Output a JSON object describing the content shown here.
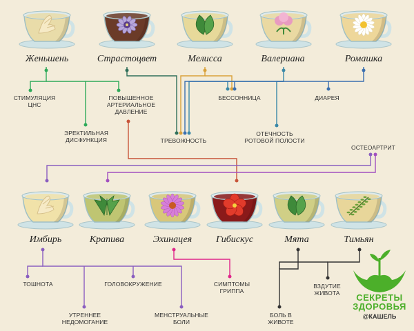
{
  "colors": {
    "background": "#f3ecda",
    "cup_shadow": "#2f4f5a",
    "brand_green": "#4caf2a"
  },
  "teas_top": [
    {
      "name": "Женьшень",
      "liquid": "#e9dca9",
      "icon": "ginseng-root-icon"
    },
    {
      "name": "Страстоцвет",
      "liquid": "#6b3b28",
      "icon": "passionflower-icon"
    },
    {
      "name": "Мелисса",
      "liquid": "#e7d99a",
      "icon": "melissa-leaves-icon"
    },
    {
      "name": "Валериана",
      "liquid": "#ead9a2",
      "icon": "valerian-flower-icon"
    },
    {
      "name": "Ромашка",
      "liquid": "#eed79a",
      "icon": "chamomile-icon"
    }
  ],
  "teas_bottom": [
    {
      "name": "Имбирь",
      "liquid": "#f1e2a9",
      "icon": "ginger-root-icon"
    },
    {
      "name": "Крапива",
      "liquid": "#bfc572",
      "icon": "nettle-leaves-icon"
    },
    {
      "name": "Эхинацея",
      "liquid": "#d8c77a",
      "icon": "echinacea-flower-icon"
    },
    {
      "name": "Гибискус",
      "liquid": "#8a1a1a",
      "icon": "hibiscus-flower-icon"
    },
    {
      "name": "Мята",
      "liquid": "#d0cf86",
      "icon": "mint-leaves-icon"
    },
    {
      "name": "Тимьян",
      "liquid": "#e8d69a",
      "icon": "thyme-sprig-icon"
    }
  ],
  "labels": {
    "cns": "СТИМУЛЯЦИЯ\nЦНС",
    "pressure": "ПОВЫШЕННОЕ\nАРТЕРИАЛЬНОЕ\nДАВЛЕНИЕ",
    "insomnia": "БЕССОННИЦА",
    "diarrhea": "ДИАРЕЯ",
    "erectile": "ЭРЕКТИЛЬНАЯ\nДИСФУНКЦИЯ",
    "anxiety": "ТРЕВОЖНОСТЬ",
    "halitosis": "ОТЕЧНОСТЬ\nРОТОВОЙ ПОЛОСТИ",
    "arthritis": "ОСТЕОАРТРИТ",
    "nausea": "ТОШНОТА",
    "dizziness": "ГОЛОВОКРУЖЕНИЕ",
    "flu": "СИМПТОМЫ\nГРИППА",
    "bloating": "ВЗДУТИЕ\nЖИВОТА",
    "morning_sickness": "УТРЕННЕЕ\nНЕДОМОГАНИЕ",
    "menstrual": "МЕНСТРУАЛЬНЫЕ\nБОЛИ",
    "stomach_pain": "БОЛЬ В\nЖИВОТЕ"
  },
  "brand": {
    "line1": "СЕКРЕТЫ",
    "line2": "ЗДОРОВЬЯ",
    "handle": "@КАШЕЛЬ"
  },
  "line_colors": {
    "ginseng": "#2faa5a",
    "passion": "#2f6f5a",
    "melissa": "#d9a13a",
    "valerian": "#3a88a8",
    "chamomile": "#3a6fb0",
    "ginger": "#8a5ec0",
    "nettle": "#a24fc0",
    "hibiscus": "#c8553a",
    "echinacea": "#e0258a",
    "mint_thyme": "#333333"
  }
}
